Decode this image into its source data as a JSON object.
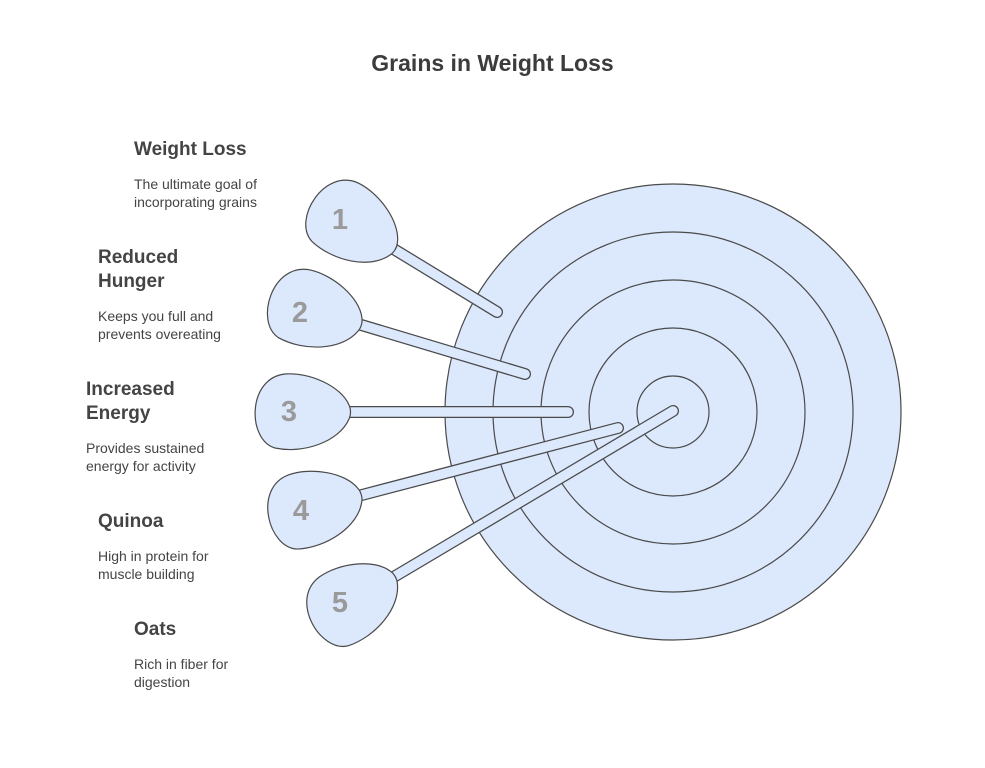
{
  "title": "Grains in Weight Loss",
  "colors": {
    "fill": "#dce8fc",
    "stroke": "#4a4a4a",
    "number": "#9a9a9a",
    "text": "#444444"
  },
  "items": [
    {
      "number": "1",
      "label": "Weight Loss",
      "description": "The ultimate goal of incorporating grains"
    },
    {
      "number": "2",
      "label": "Reduced Hunger",
      "description": "Keeps you full and prevents overeating"
    },
    {
      "number": "3",
      "label": "Increased Energy",
      "description": "Provides sustained energy for activity"
    },
    {
      "number": "4",
      "label": "Quinoa",
      "description": "High in protein for muscle building"
    },
    {
      "number": "5",
      "label": "Oats",
      "description": "Rich in fiber for digestion"
    }
  ]
}
